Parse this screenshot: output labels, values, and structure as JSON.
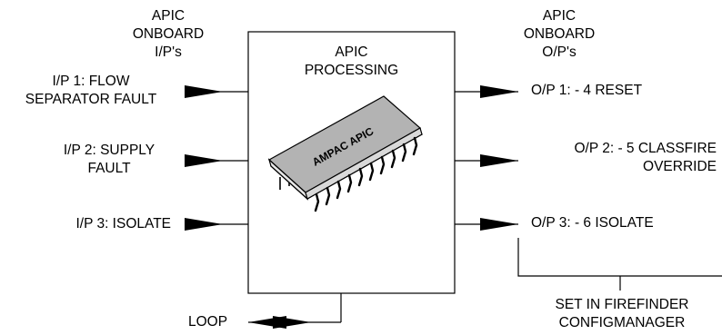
{
  "diagram": {
    "inputs_header": [
      "APIC",
      "ONBOARD",
      "I/P's"
    ],
    "outputs_header": [
      "APIC",
      "ONBOARD",
      "O/P's"
    ],
    "processing_title": [
      "APIC",
      "PROCESSING"
    ],
    "chip_label": "AMPAC APIC",
    "inputs": [
      {
        "lines": [
          "I/P 1: FLOW",
          "SEPARATOR FAULT"
        ]
      },
      {
        "lines": [
          "I/P 2: SUPPLY",
          "FAULT"
        ]
      },
      {
        "lines": [
          "I/P 3: ISOLATE"
        ]
      }
    ],
    "outputs": [
      {
        "lines": [
          "O/P 1: - 4 RESET"
        ]
      },
      {
        "lines": [
          "O/P 2: - 5 CLASSFIRE",
          "OVERRIDE"
        ]
      },
      {
        "lines": [
          "O/P 3: - 6 ISOLATE"
        ]
      }
    ],
    "loop_label": "LOOP",
    "config_note": [
      "SET IN FIREFINDER",
      "CONFIGMANAGER"
    ]
  },
  "colors": {
    "line": "#000000",
    "chip_top": "#b3b3b3",
    "chip_side": "#e6e6e6"
  }
}
